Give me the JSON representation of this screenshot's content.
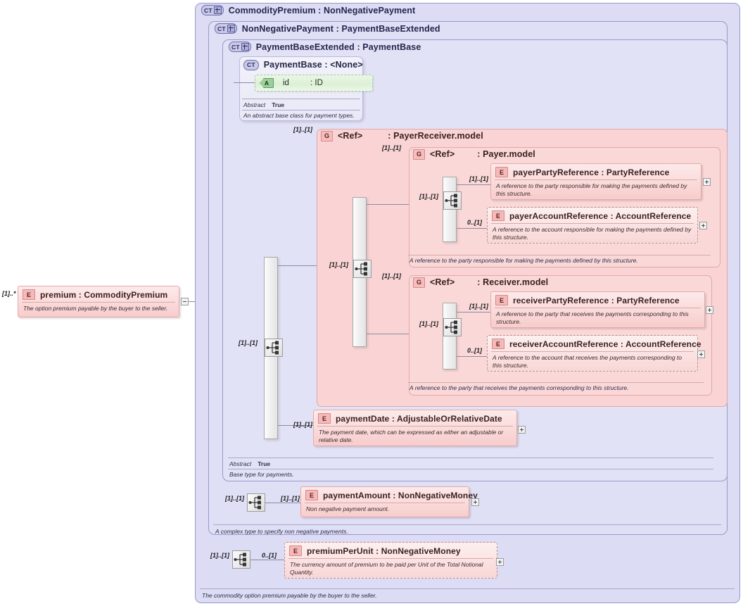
{
  "diagram": {
    "title": "CommodityPremium : NonNegativePayment",
    "colors": {
      "container_bg": "#dcdcf5",
      "container_border": "#9a9ac8",
      "group_bg": "#fad4d4",
      "group_border": "#e0a8a8",
      "element_bg": "#fbdada",
      "element_border": "#e3aaaa",
      "attribute_bg": "#ddf0d6",
      "canvas_bg": "#ffffff"
    }
  },
  "root_element": {
    "badge": "E",
    "name": "premium : CommodityPremium",
    "doc": "The option premium payable by the buyer to the seller.",
    "cardinality": "[1]..*",
    "toggle": "collapse"
  },
  "containers": {
    "commodity_premium": {
      "badge": "CT",
      "expandable": true,
      "title": "CommodityPremium : NonNegativePayment",
      "doc": "The commodity option premium payable by the buyer to the seller."
    },
    "non_negative_payment": {
      "badge": "CT",
      "expandable": true,
      "title": "NonNegativePayment : PaymentBaseExtended",
      "doc": "A complex type to specify non negative payments."
    },
    "payment_base_extended": {
      "badge": "CT",
      "expandable": true,
      "title": "PaymentBaseExtended : PaymentBase",
      "abstract_label": "Abstract",
      "abstract_value": "True",
      "doc": "Base type for payments."
    },
    "payment_base": {
      "badge": "CT",
      "expandable": false,
      "title": "PaymentBase : <None>",
      "abstract_label": "Abstract",
      "abstract_value": "True",
      "doc": "An abstract base class for payment types.",
      "attribute": {
        "badge": "A",
        "name": "id",
        "type": ": ID"
      }
    }
  },
  "groups": {
    "payer_receiver_model": {
      "badge": "G",
      "ref": "<Ref>",
      "name": ": PayerReceiver.model",
      "cardinality": "[1]..[1]"
    },
    "payer_model": {
      "badge": "G",
      "ref": "<Ref>",
      "name": ": Payer.model",
      "cardinality": "[1]..[1]",
      "seq_cardinality": "[1]..[1]",
      "doc": "A reference to the party responsible for making the payments defined by this structure.",
      "children": [
        {
          "badge": "E",
          "name": "payerPartyReference : PartyReference",
          "doc": "A reference to the party responsible for making the payments defined by this structure.",
          "cardinality": "[1]..[1]",
          "optional": false,
          "toggle": "expand"
        },
        {
          "badge": "E",
          "name": "payerAccountReference : AccountReference",
          "doc": "A reference to the account responsible for making the payments defined by this structure.",
          "cardinality": "0..[1]",
          "optional": true,
          "toggle": "expand"
        }
      ]
    },
    "receiver_model": {
      "badge": "G",
      "ref": "<Ref>",
      "name": ": Receiver.model",
      "cardinality": "[1]..[1]",
      "seq_cardinality": "[1]..[1]",
      "doc": "A reference to the party that receives the payments corresponding to this structure.",
      "children": [
        {
          "badge": "E",
          "name": "receiverPartyReference : PartyReference",
          "doc": "A reference to the party that receives the payments corresponding to this structure.",
          "cardinality": "[1]..[1]",
          "optional": false,
          "toggle": "expand"
        },
        {
          "badge": "E",
          "name": "receiverAccountReference : AccountReference",
          "doc": "A reference to the account that receives the payments corresponding to this structure.",
          "cardinality": "0..[1]",
          "optional": true,
          "toggle": "expand"
        }
      ]
    }
  },
  "elements": {
    "payment_date": {
      "badge": "E",
      "name": "paymentDate : AdjustableOrRelativeDate",
      "doc": "The payment date, which can be expressed as either an adjustable or relative date.",
      "cardinality": "[1]..[1]",
      "optional": false,
      "toggle": "expand"
    },
    "payment_amount": {
      "badge": "E",
      "name": "paymentAmount : NonNegativeMoney",
      "doc": "Non negative payment amount.",
      "cardinality": "[1]..[1]",
      "seq_cardinality": "[1]..[1]",
      "optional": false,
      "toggle": "expand"
    },
    "premium_per_unit": {
      "badge": "E",
      "name": "premiumPerUnit : NonNegativeMoney",
      "doc": "The currency amount of premium to be paid per Unit of the Total Notional Quantity.",
      "cardinality": "0..[1]",
      "seq_cardinality": "[1]..[1]",
      "optional": true,
      "toggle": "expand"
    }
  },
  "cardinalities": {
    "payer_receiver_group": "[1]..[1]",
    "payment_base_extended_seq": "[1]..[1]",
    "payer_receiver_seq": "[1]..[1]"
  },
  "icons": {
    "sequence": "sequence-compositor-icon",
    "expand": "+",
    "collapse": "-"
  }
}
